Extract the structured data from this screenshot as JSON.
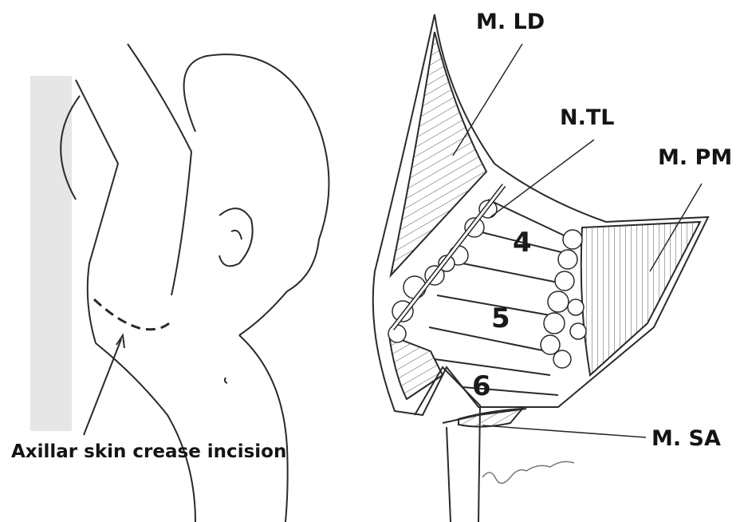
{
  "labels": {
    "m_ld": "M. LD",
    "n_tl": "N.TL",
    "m_pm": "M. PM",
    "m_sa": "M. SA"
  },
  "rib_numbers": [
    "4",
    "5",
    "6"
  ],
  "caption": "Axillar skin crease incision",
  "colors": {
    "line": "#2a2a2a",
    "muscle_fill": "#ffffff",
    "shade": "#d9d9d9"
  }
}
